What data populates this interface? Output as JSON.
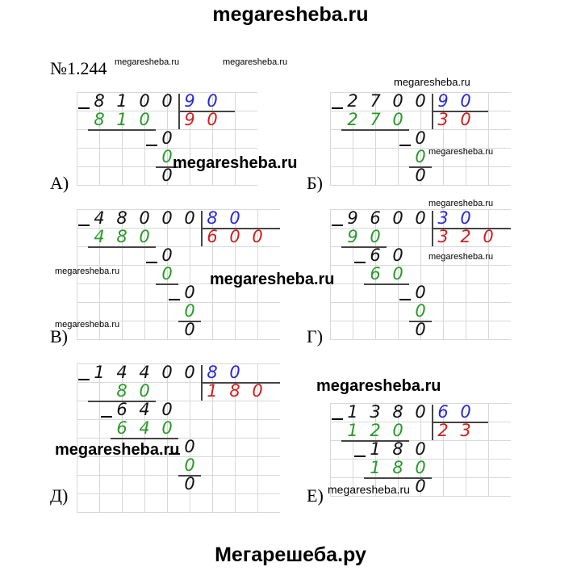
{
  "title": "megaresheba.ru",
  "footer": "Мегарешеба.ру",
  "number": "№1.244",
  "colors": {
    "black": "#111111",
    "green": "#2a9a2a",
    "blue": "#2a2acc",
    "red": "#cc2222"
  },
  "watermarks": [
    "megaresheba.ru",
    "megaresheba.ru",
    "megaresheba.ru",
    "megaresheba.ru",
    "megaresheba.ru",
    "megaresheba.ru",
    "megaresheba.ru",
    "megaresheba.ru",
    "megaresheba.ru",
    "megaresheba.ru",
    "megaresheba.ru",
    "megaresheba.ru",
    "megaresheba.ru"
  ],
  "problems": [
    {
      "label": "А)",
      "divisor": "90",
      "quotient": "90",
      "rows": [
        {
          "t": "8100",
          "c": 0,
          "k": "black",
          "m": true
        },
        {
          "t": "810",
          "c": 0,
          "k": "green"
        },
        {
          "t": "0",
          "c": 3,
          "k": "black",
          "m": true
        },
        {
          "t": "0",
          "c": 3,
          "k": "green"
        },
        {
          "t": "0",
          "c": 3,
          "k": "black"
        }
      ],
      "lines": [
        [
          1,
          0,
          3
        ],
        [
          3,
          3,
          1
        ]
      ],
      "dcol": 4,
      "nrows": 5
    },
    {
      "label": "Б)",
      "divisor": "90",
      "quotient": "30",
      "rows": [
        {
          "t": "2700",
          "c": 0,
          "k": "black",
          "m": true
        },
        {
          "t": "270",
          "c": 0,
          "k": "green"
        },
        {
          "t": "0",
          "c": 3,
          "k": "black",
          "m": true
        },
        {
          "t": "0",
          "c": 3,
          "k": "green"
        },
        {
          "t": "0",
          "c": 3,
          "k": "black"
        }
      ],
      "lines": [
        [
          1,
          0,
          3
        ],
        [
          3,
          3,
          1
        ]
      ],
      "dcol": 4,
      "nrows": 5
    },
    {
      "label": "В)",
      "divisor": "80",
      "quotient": "600",
      "rows": [
        {
          "t": "48000",
          "c": 0,
          "k": "black",
          "m": true
        },
        {
          "t": "480",
          "c": 0,
          "k": "green"
        },
        {
          "t": "0",
          "c": 3,
          "k": "black",
          "m": true
        },
        {
          "t": "0",
          "c": 3,
          "k": "green"
        },
        {
          "t": "0",
          "c": 4,
          "k": "black",
          "m": true
        },
        {
          "t": "0",
          "c": 4,
          "k": "green"
        },
        {
          "t": "0",
          "c": 4,
          "k": "black"
        }
      ],
      "lines": [
        [
          1,
          0,
          3
        ],
        [
          3,
          3,
          1
        ],
        [
          5,
          4,
          1
        ]
      ],
      "dcol": 5,
      "nrows": 7
    },
    {
      "label": "Г)",
      "divisor": "30",
      "quotient": "320",
      "rows": [
        {
          "t": "9600",
          "c": 0,
          "k": "black",
          "m": true
        },
        {
          "t": "90",
          "c": 0,
          "k": "green"
        },
        {
          "t": "60",
          "c": 1,
          "k": "black",
          "m": true
        },
        {
          "t": "60",
          "c": 1,
          "k": "green"
        },
        {
          "t": "0",
          "c": 3,
          "k": "black",
          "m": true
        },
        {
          "t": "0",
          "c": 3,
          "k": "green"
        },
        {
          "t": "0",
          "c": 3,
          "k": "black"
        }
      ],
      "lines": [
        [
          1,
          0,
          2
        ],
        [
          3,
          1,
          2
        ],
        [
          5,
          3,
          1
        ]
      ],
      "dcol": 4,
      "nrows": 7
    },
    {
      "label": "Д)",
      "divisor": "80",
      "quotient": "180",
      "rows": [
        {
          "t": "14400",
          "c": 0,
          "k": "black",
          "m": true
        },
        {
          "t": "80",
          "c": 1,
          "k": "green"
        },
        {
          "t": "640",
          "c": 1,
          "k": "black",
          "m": true
        },
        {
          "t": "640",
          "c": 1,
          "k": "green"
        },
        {
          "t": "0",
          "c": 4,
          "k": "black",
          "m": true
        },
        {
          "t": "0",
          "c": 4,
          "k": "green"
        },
        {
          "t": "0",
          "c": 4,
          "k": "black"
        }
      ],
      "lines": [
        [
          1,
          0,
          3
        ],
        [
          3,
          1,
          3
        ],
        [
          5,
          4,
          1
        ]
      ],
      "dcol": 5,
      "nrows": 8
    },
    {
      "label": "Е)",
      "divisor": "60",
      "quotient": "23",
      "rows": [
        {
          "t": "1380",
          "c": 0,
          "k": "black",
          "m": true
        },
        {
          "t": "120",
          "c": 0,
          "k": "green"
        },
        {
          "t": "180",
          "c": 1,
          "k": "black",
          "m": true
        },
        {
          "t": "180",
          "c": 1,
          "k": "green"
        },
        {
          "t": "0",
          "c": 3,
          "k": "black"
        }
      ],
      "lines": [
        [
          1,
          0,
          3
        ],
        [
          3,
          1,
          3
        ]
      ],
      "dcol": 4,
      "nrows": 5
    }
  ]
}
